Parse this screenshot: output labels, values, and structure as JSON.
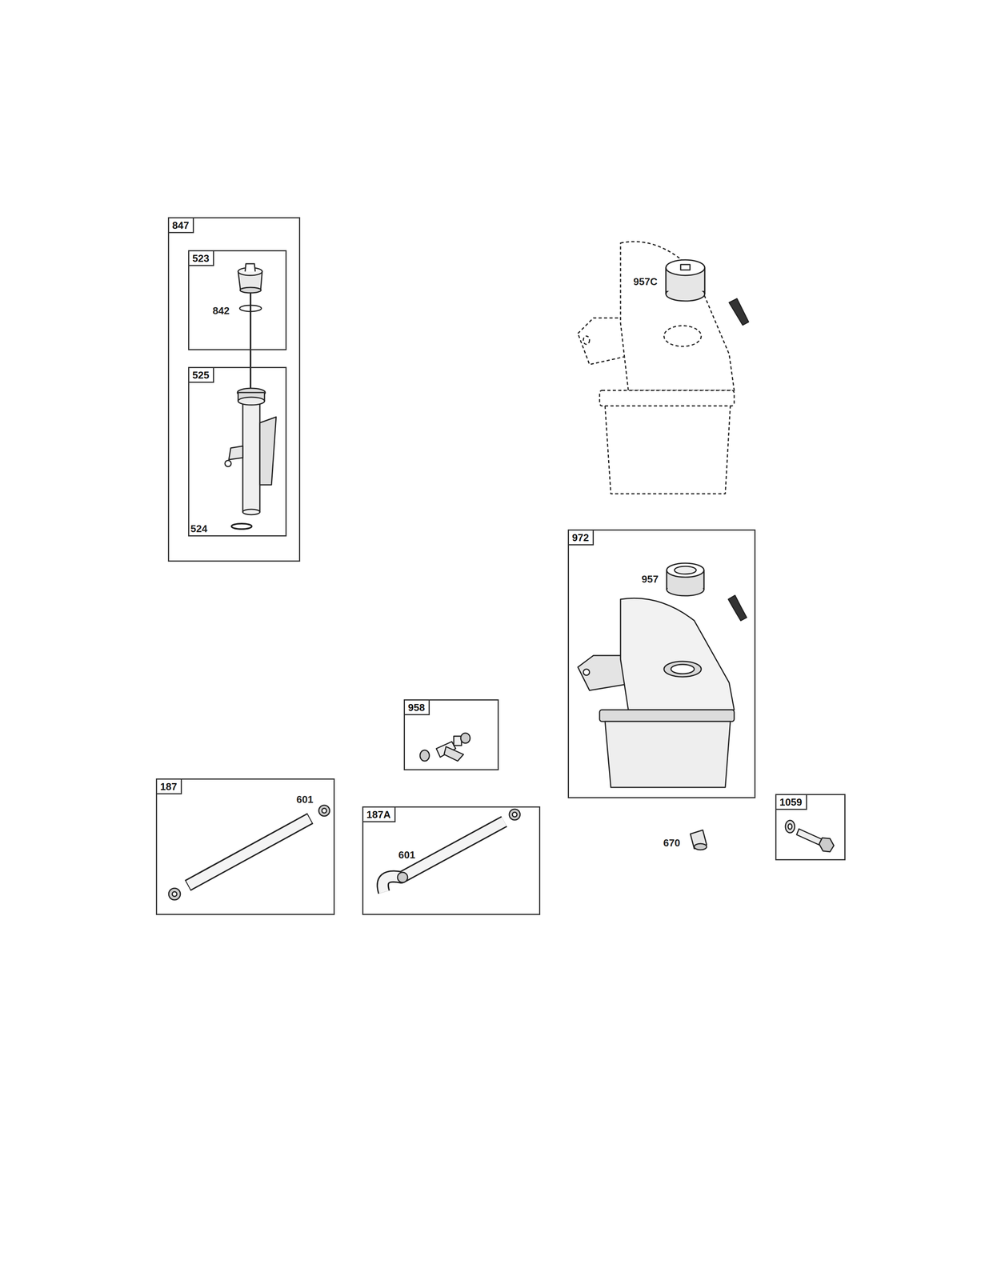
{
  "diagram": {
    "nodes": [
      {
        "text": [
          "847"
        ]
      },
      {
        "text": [
          "523",
          "842"
        ],
        "in": 0
      },
      {
        "text": [
          "525",
          "524"
        ],
        "in": 0
      },
      {
        "text": [
          "972",
          "957"
        ]
      },
      {
        "text": [
          "958"
        ]
      },
      {
        "text": [
          "187",
          "601"
        ]
      },
      {
        "text": [
          "187A",
          "601"
        ]
      },
      {
        "text": [
          "1059"
        ]
      }
    ],
    "labels": [
      "957C",
      "670"
    ]
  }
}
